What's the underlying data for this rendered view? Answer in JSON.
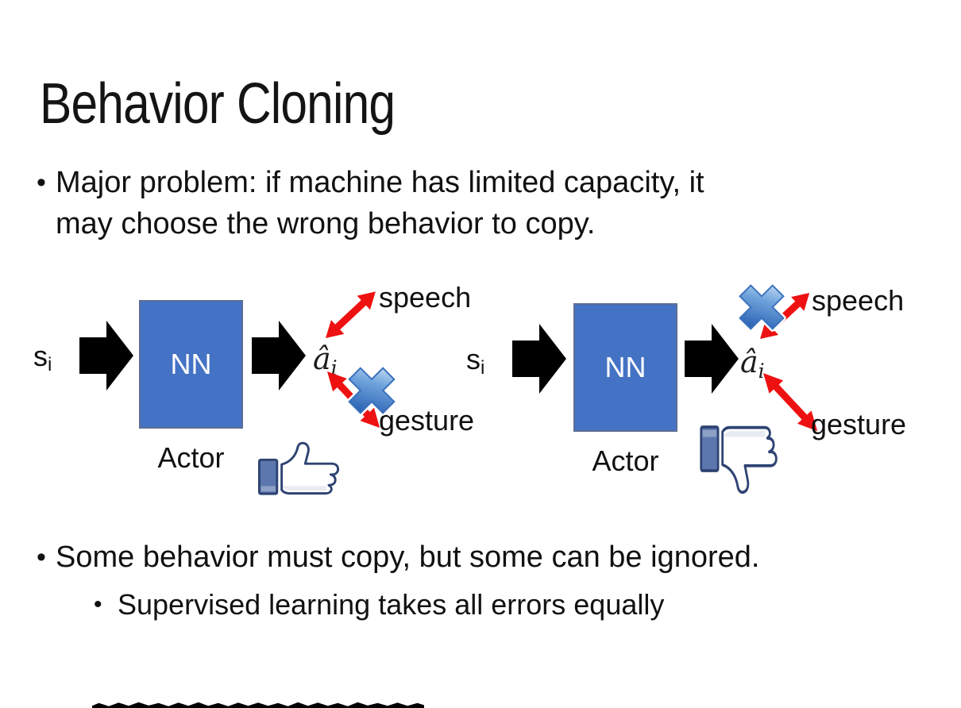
{
  "slide": {
    "title": "Behavior Cloning",
    "bullets": {
      "marker": "•",
      "b1_line1": "Major problem: if machine has limited capacity, it",
      "b1_line2": "may choose the wrong behavior to copy.",
      "b2": "Some behavior must copy, but some can be ignored.",
      "b2_sub": "Supervised learning takes all errors equally"
    }
  },
  "diagrams": {
    "left": {
      "input": "s",
      "input_sub": "i",
      "box": "NN",
      "role": "Actor",
      "output": "â",
      "output_sub": "i",
      "speech": "speech",
      "gesture": "gesture",
      "crossed_out": "gesture",
      "feedback_icon": "thumbs-up"
    },
    "right": {
      "input": "s",
      "input_sub": "i",
      "box": "NN",
      "role": "Actor",
      "output": "â",
      "output_sub": "i",
      "speech": "speech",
      "gesture": "gesture",
      "crossed_out": "speech",
      "feedback_icon": "thumbs-down"
    }
  },
  "colors": {
    "background": "#FFFFFF",
    "text": "#111111",
    "nn_box_fill": "#4472C4",
    "nn_box_border": "#5B6E96",
    "nn_text": "#FFFFFF",
    "black_arrow": "#000000",
    "red_arrow": "#EE1111",
    "cross_gradient_light": "#DCEAFB",
    "cross_gradient_dark": "#2E66B5",
    "cross_border": "#3A71BE",
    "thumb_outline": "#2E4372",
    "thumb_sleeve": "#5C77AE",
    "thumb_hand": "#FFFFFF",
    "bottom_graphic": "#000000"
  }
}
